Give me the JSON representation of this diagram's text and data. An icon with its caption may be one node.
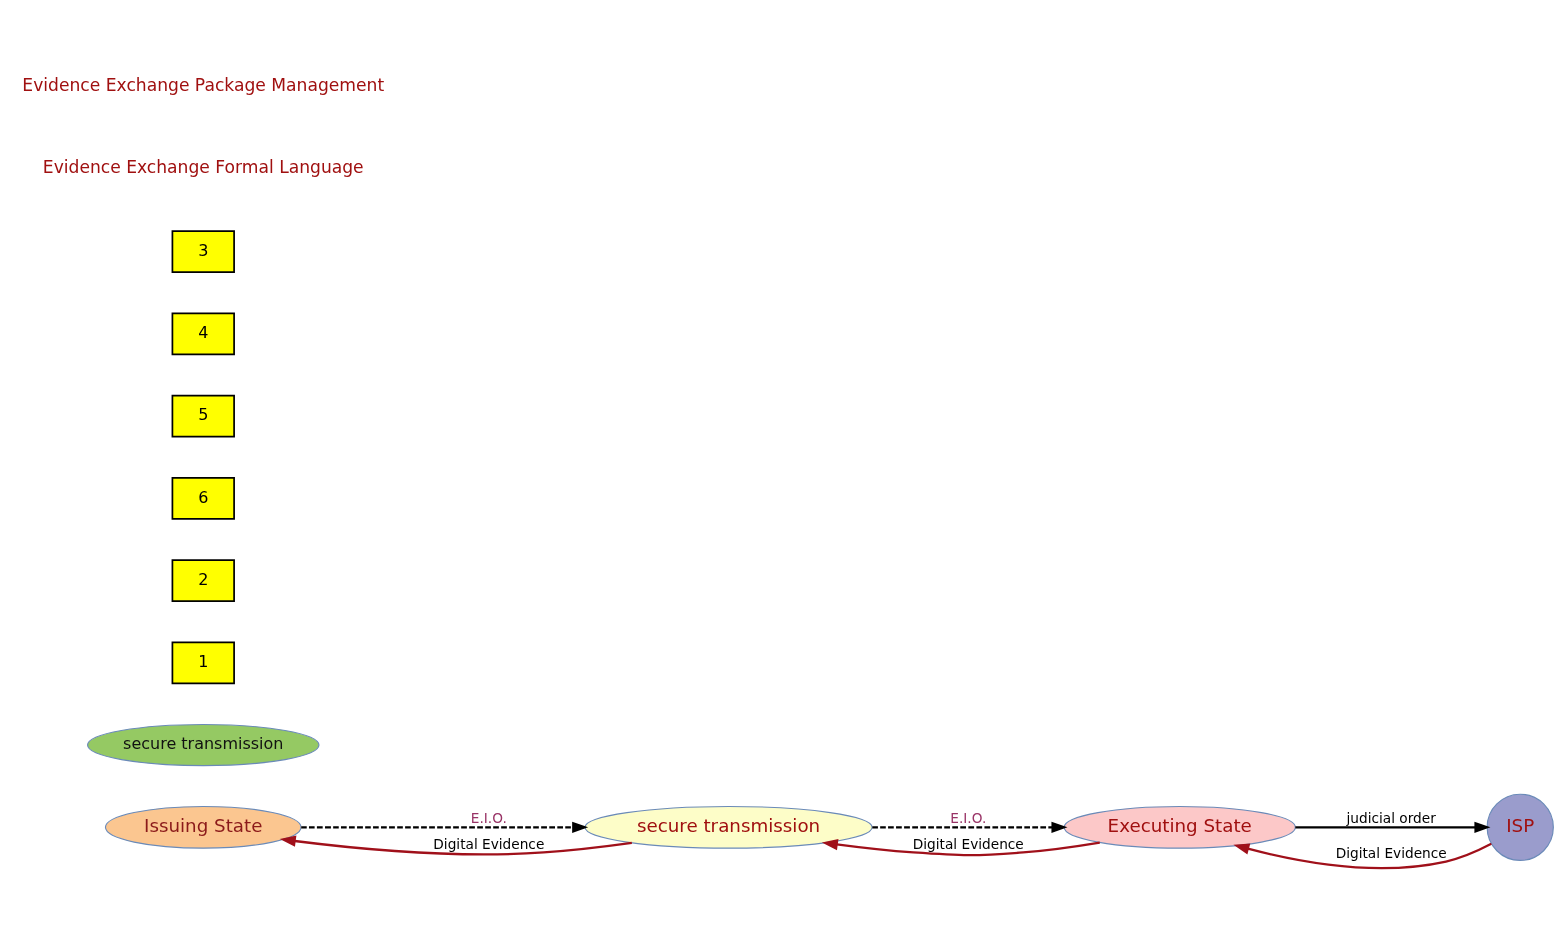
{
  "diagram": {
    "nodes": [
      {
        "text": [
          "Issuing State"
        ]
      },
      {
        "text": [
          "secure transmission"
        ]
      },
      {
        "text": [
          "Executing State"
        ]
      },
      {
        "text": [
          "ISP"
        ]
      },
      {
        "text": [
          "secure transmission"
        ]
      },
      {
        "text": [
          "1"
        ]
      },
      {
        "text": [
          "2"
        ]
      },
      {
        "text": [
          "6"
        ]
      },
      {
        "text": [
          "5"
        ]
      },
      {
        "text": [
          "4"
        ]
      },
      {
        "text": [
          "3"
        ]
      }
    ],
    "edges": [
      {
        "from": 0,
        "to": 1,
        "arrow": "to",
        "label": "E.I.O.",
        "style": "dashed"
      },
      {
        "from": 1,
        "to": 2,
        "arrow": "to",
        "label": "E.I.O.",
        "style": "dashed"
      },
      {
        "from": 1,
        "to": 0,
        "arrow": "to",
        "label": "Digital Evidence",
        "color": "#a0101a"
      },
      {
        "from": 2,
        "to": 1,
        "arrow": "to",
        "label": "Digital Evidence",
        "color": "#a0101a"
      },
      {
        "from": 3,
        "to": 2,
        "arrow": "to",
        "label": "Digital Evidence",
        "color": "#a0101a"
      },
      {
        "from": 2,
        "to": 3,
        "arrow": "to",
        "label": "judicial order"
      }
    ],
    "labels": [
      "Evidence Exchange Formal Language",
      "Evidence Exchange Package Management"
    ]
  }
}
